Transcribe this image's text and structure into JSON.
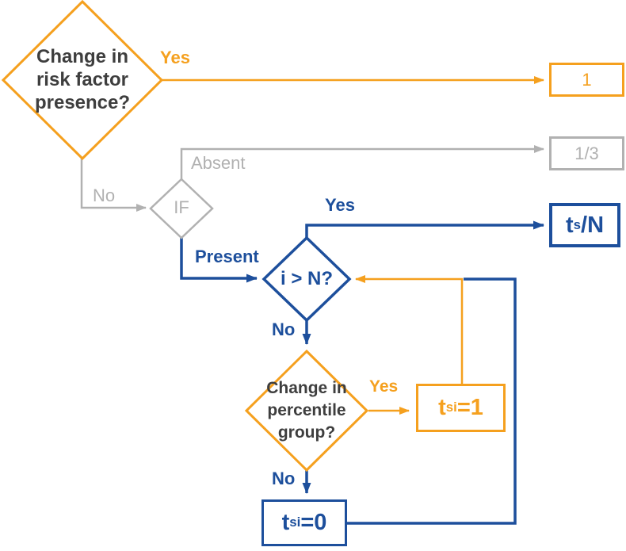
{
  "palette": {
    "orange": "#f5a01e",
    "blue": "#1d4f9c",
    "gray": "#b1b1b1",
    "dark": "#3e3e3e",
    "background": "#ffffff"
  },
  "nodes": {
    "risk": {
      "lines": [
        "Change in",
        "risk factor",
        "presence?"
      ]
    },
    "if": {
      "label": "IF"
    },
    "i_gt_n": {
      "label": "i > N?"
    },
    "percentile": {
      "lines": [
        "Change in",
        "percentile",
        "group?"
      ]
    },
    "box_one": {
      "label": "1"
    },
    "box_one_third": {
      "label": "1/3"
    },
    "box_ts_n": {
      "base": "t",
      "sub": "s",
      "rest": "/N"
    },
    "box_tsi_1": {
      "base": "t",
      "sub": "si",
      "rest": "=1"
    },
    "box_tsi_0": {
      "base": "t",
      "sub": "si",
      "rest": "=0"
    }
  },
  "edges": {
    "yes_risk": "Yes",
    "no_risk": "No",
    "absent": "Absent",
    "present": "Present",
    "yes_i_gt_n": "Yes",
    "no_i_gt_n": "No",
    "yes_percentile": "Yes",
    "no_percentile": "No"
  }
}
